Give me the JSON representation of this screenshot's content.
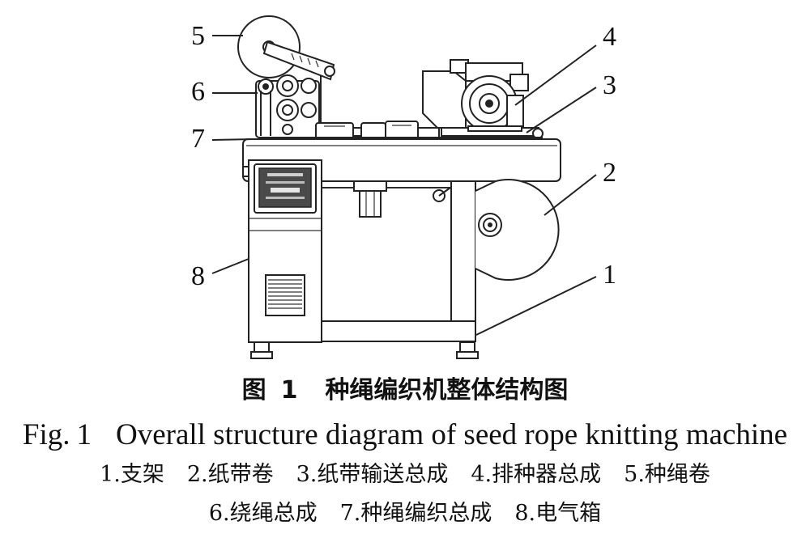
{
  "figure": {
    "callouts": [
      "1",
      "2",
      "3",
      "4",
      "5",
      "6",
      "7",
      "8"
    ]
  },
  "caption_zh": {
    "prefix": "图",
    "number": "1",
    "title": "种绳编织机整体结构图"
  },
  "caption_en": {
    "prefix": "Fig.",
    "number": "1",
    "title": "Overall structure diagram of seed rope knitting machine"
  },
  "legend": {
    "line1": [
      "1.支架",
      "2.纸带卷",
      "3.纸带输送总成",
      "4.排种器总成",
      "5.种绳卷"
    ],
    "line2": [
      "6.绕绳总成",
      "7.种绳编织总成",
      "8.电气箱"
    ]
  }
}
